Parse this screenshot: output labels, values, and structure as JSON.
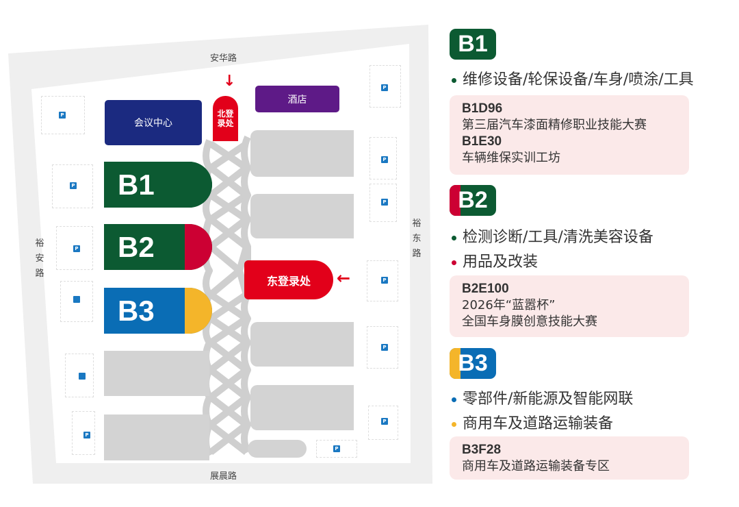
{
  "map": {
    "roads": {
      "north": "安华路",
      "south": "展晨路",
      "west": "裕安路",
      "east": "裕东路"
    },
    "buildings": {
      "conference_center": "会议中心",
      "hotel": "酒店",
      "north_registration": "北登录处",
      "east_registration": "东登录处"
    },
    "halls": [
      {
        "label": "B1",
        "main_color": "#0c5a32",
        "sub_color": "#0c5a32"
      },
      {
        "label": "B2",
        "main_color": "#0c5a32",
        "sub_color": "#cc0033"
      },
      {
        "label": "B3",
        "main_color": "#0a6db5",
        "sub_color": "#f4b52a"
      }
    ],
    "parking_label": "P",
    "colors": {
      "conference": "#1b2a80",
      "hotel": "#5e1a87",
      "registration": "#e2001a",
      "hall_gray": "#d3d3d3"
    }
  },
  "legend": [
    {
      "badge": "B1",
      "items": [
        {
          "text": "维修设备/轮保设备/车身/喷涂/工具",
          "color": "#0c5a32"
        }
      ],
      "events": [
        {
          "code": "B1D96",
          "lines": [
            "第三届汽车漆面精修职业技能大赛"
          ]
        },
        {
          "code": "B1E30",
          "lines": [
            "车辆维保实训工坊"
          ]
        }
      ]
    },
    {
      "badge": "B2",
      "items": [
        {
          "text": "检测诊断/工具/清洗美容设备",
          "color": "#0c5a32"
        },
        {
          "text": "用品及改装",
          "color": "#cc0033"
        }
      ],
      "events": [
        {
          "code": "B2E100",
          "lines": [
            "2026年“蓝嚣杯”",
            "全国车身膜创意技能大赛"
          ]
        }
      ]
    },
    {
      "badge": "B3",
      "items": [
        {
          "text": "零部件/新能源及智能网联",
          "color": "#0a6db5"
        },
        {
          "text": "商用车及道路运输装备",
          "color": "#f4b52a"
        }
      ],
      "events": [
        {
          "code": "B3F28",
          "lines": [
            "商用车及道路运输装备专区"
          ]
        }
      ]
    }
  ]
}
